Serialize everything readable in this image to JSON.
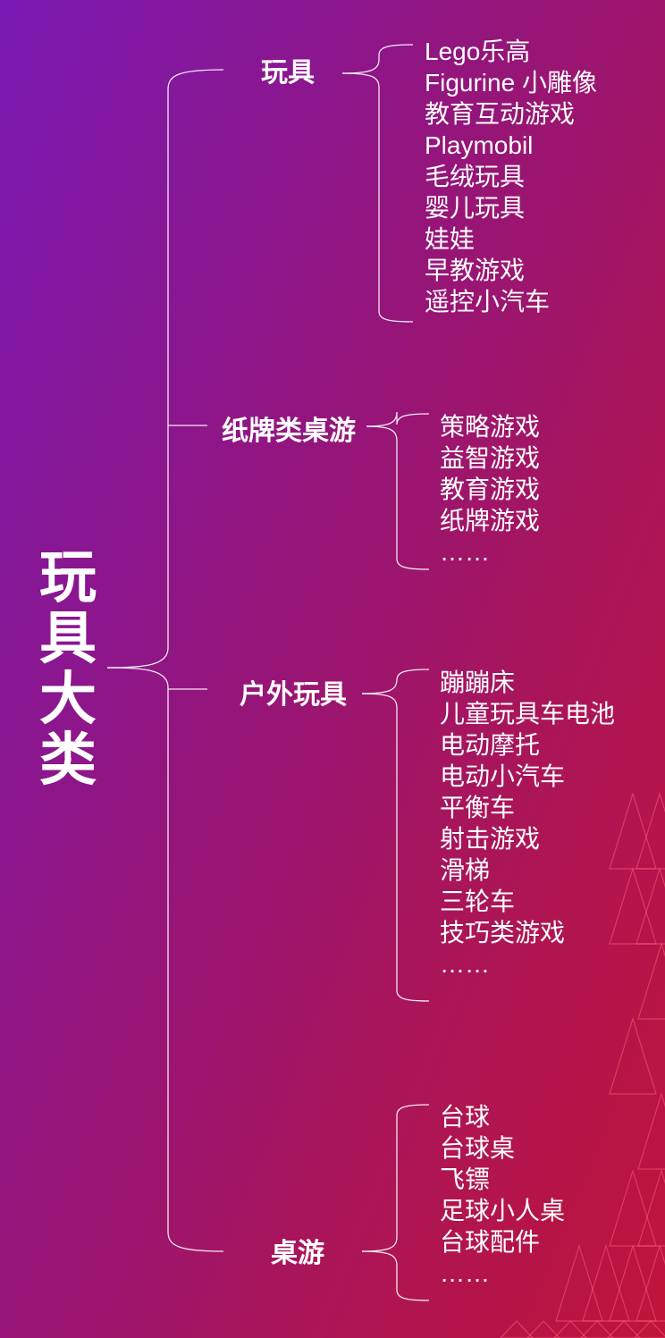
{
  "root": "玩具大类",
  "colors": {
    "background_start": "#7a1ab4",
    "background_end": "#c0143a",
    "text": "#ffffff",
    "line": "#ffffff"
  },
  "branches": [
    {
      "label": "玩具",
      "items": [
        "Lego乐高",
        "Figurine 小雕像",
        "教育互动游戏",
        "Playmobil",
        "毛绒玩具",
        "婴儿玩具",
        "娃娃",
        "早教游戏",
        "遥控小汽车"
      ]
    },
    {
      "label": "纸牌类桌游",
      "items": [
        "策略游戏",
        "益智游戏",
        "教育游戏",
        "纸牌游戏",
        "……"
      ]
    },
    {
      "label": "户外玩具",
      "items": [
        "蹦蹦床",
        "儿童玩具车电池",
        "电动摩托",
        "电动小汽车",
        "平衡车",
        "射击游戏",
        "滑梯",
        "三轮车",
        "技巧类游戏",
        "……"
      ]
    },
    {
      "label": "桌游",
      "items": [
        "台球",
        "台球桌",
        "飞镖",
        "足球小人桌",
        "台球配件",
        "……"
      ]
    }
  ]
}
